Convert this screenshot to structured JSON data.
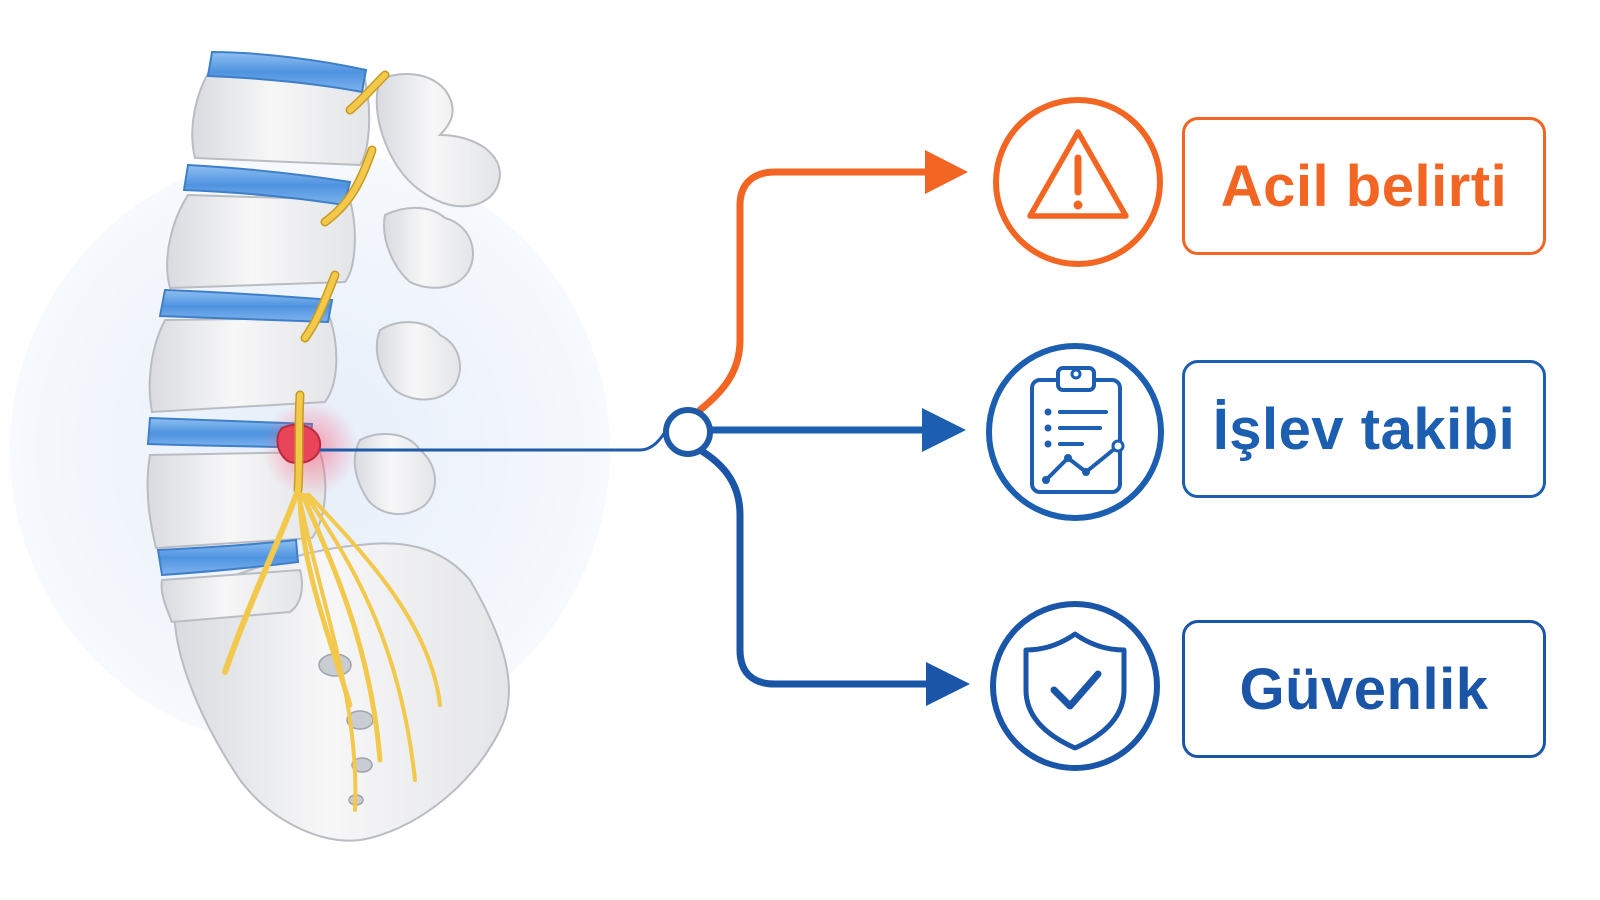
{
  "colors": {
    "urgent": "#f26522",
    "function": "#1c5fb0",
    "safety": "#1a55a8",
    "connector": "#1f5aa8",
    "halo": "#eef3fb",
    "bone": "#f3f3f4",
    "bone_edge": "#b9bcc2",
    "disc": "#5b9ee6",
    "nerve": "#f2c94c",
    "nerve_edge": "#c99a1e",
    "herniation": "#e8445a"
  },
  "branches": [
    {
      "key": "urgent",
      "label": "Acil belirti",
      "icon": "warning-triangle-icon"
    },
    {
      "key": "function",
      "label": "İşlev takibi",
      "icon": "clipboard-chart-icon"
    },
    {
      "key": "safety",
      "label": "Güvenlik",
      "icon": "shield-check-icon"
    }
  ]
}
